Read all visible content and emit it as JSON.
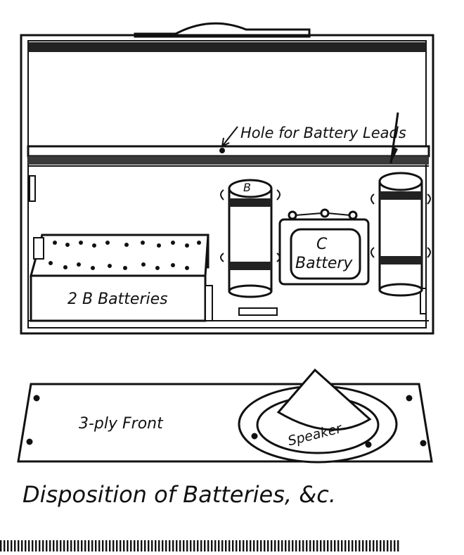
{
  "labels": {
    "hole": "Hole for Battery Leads",
    "b_batteries": "2 B Batteries",
    "c_battery_line1": "C",
    "c_battery_line2": "Battery",
    "cell_left_mark": "B",
    "front": "3-ply Front",
    "speaker": "Speaker"
  },
  "caption": "Disposition of Batteries, &c."
}
